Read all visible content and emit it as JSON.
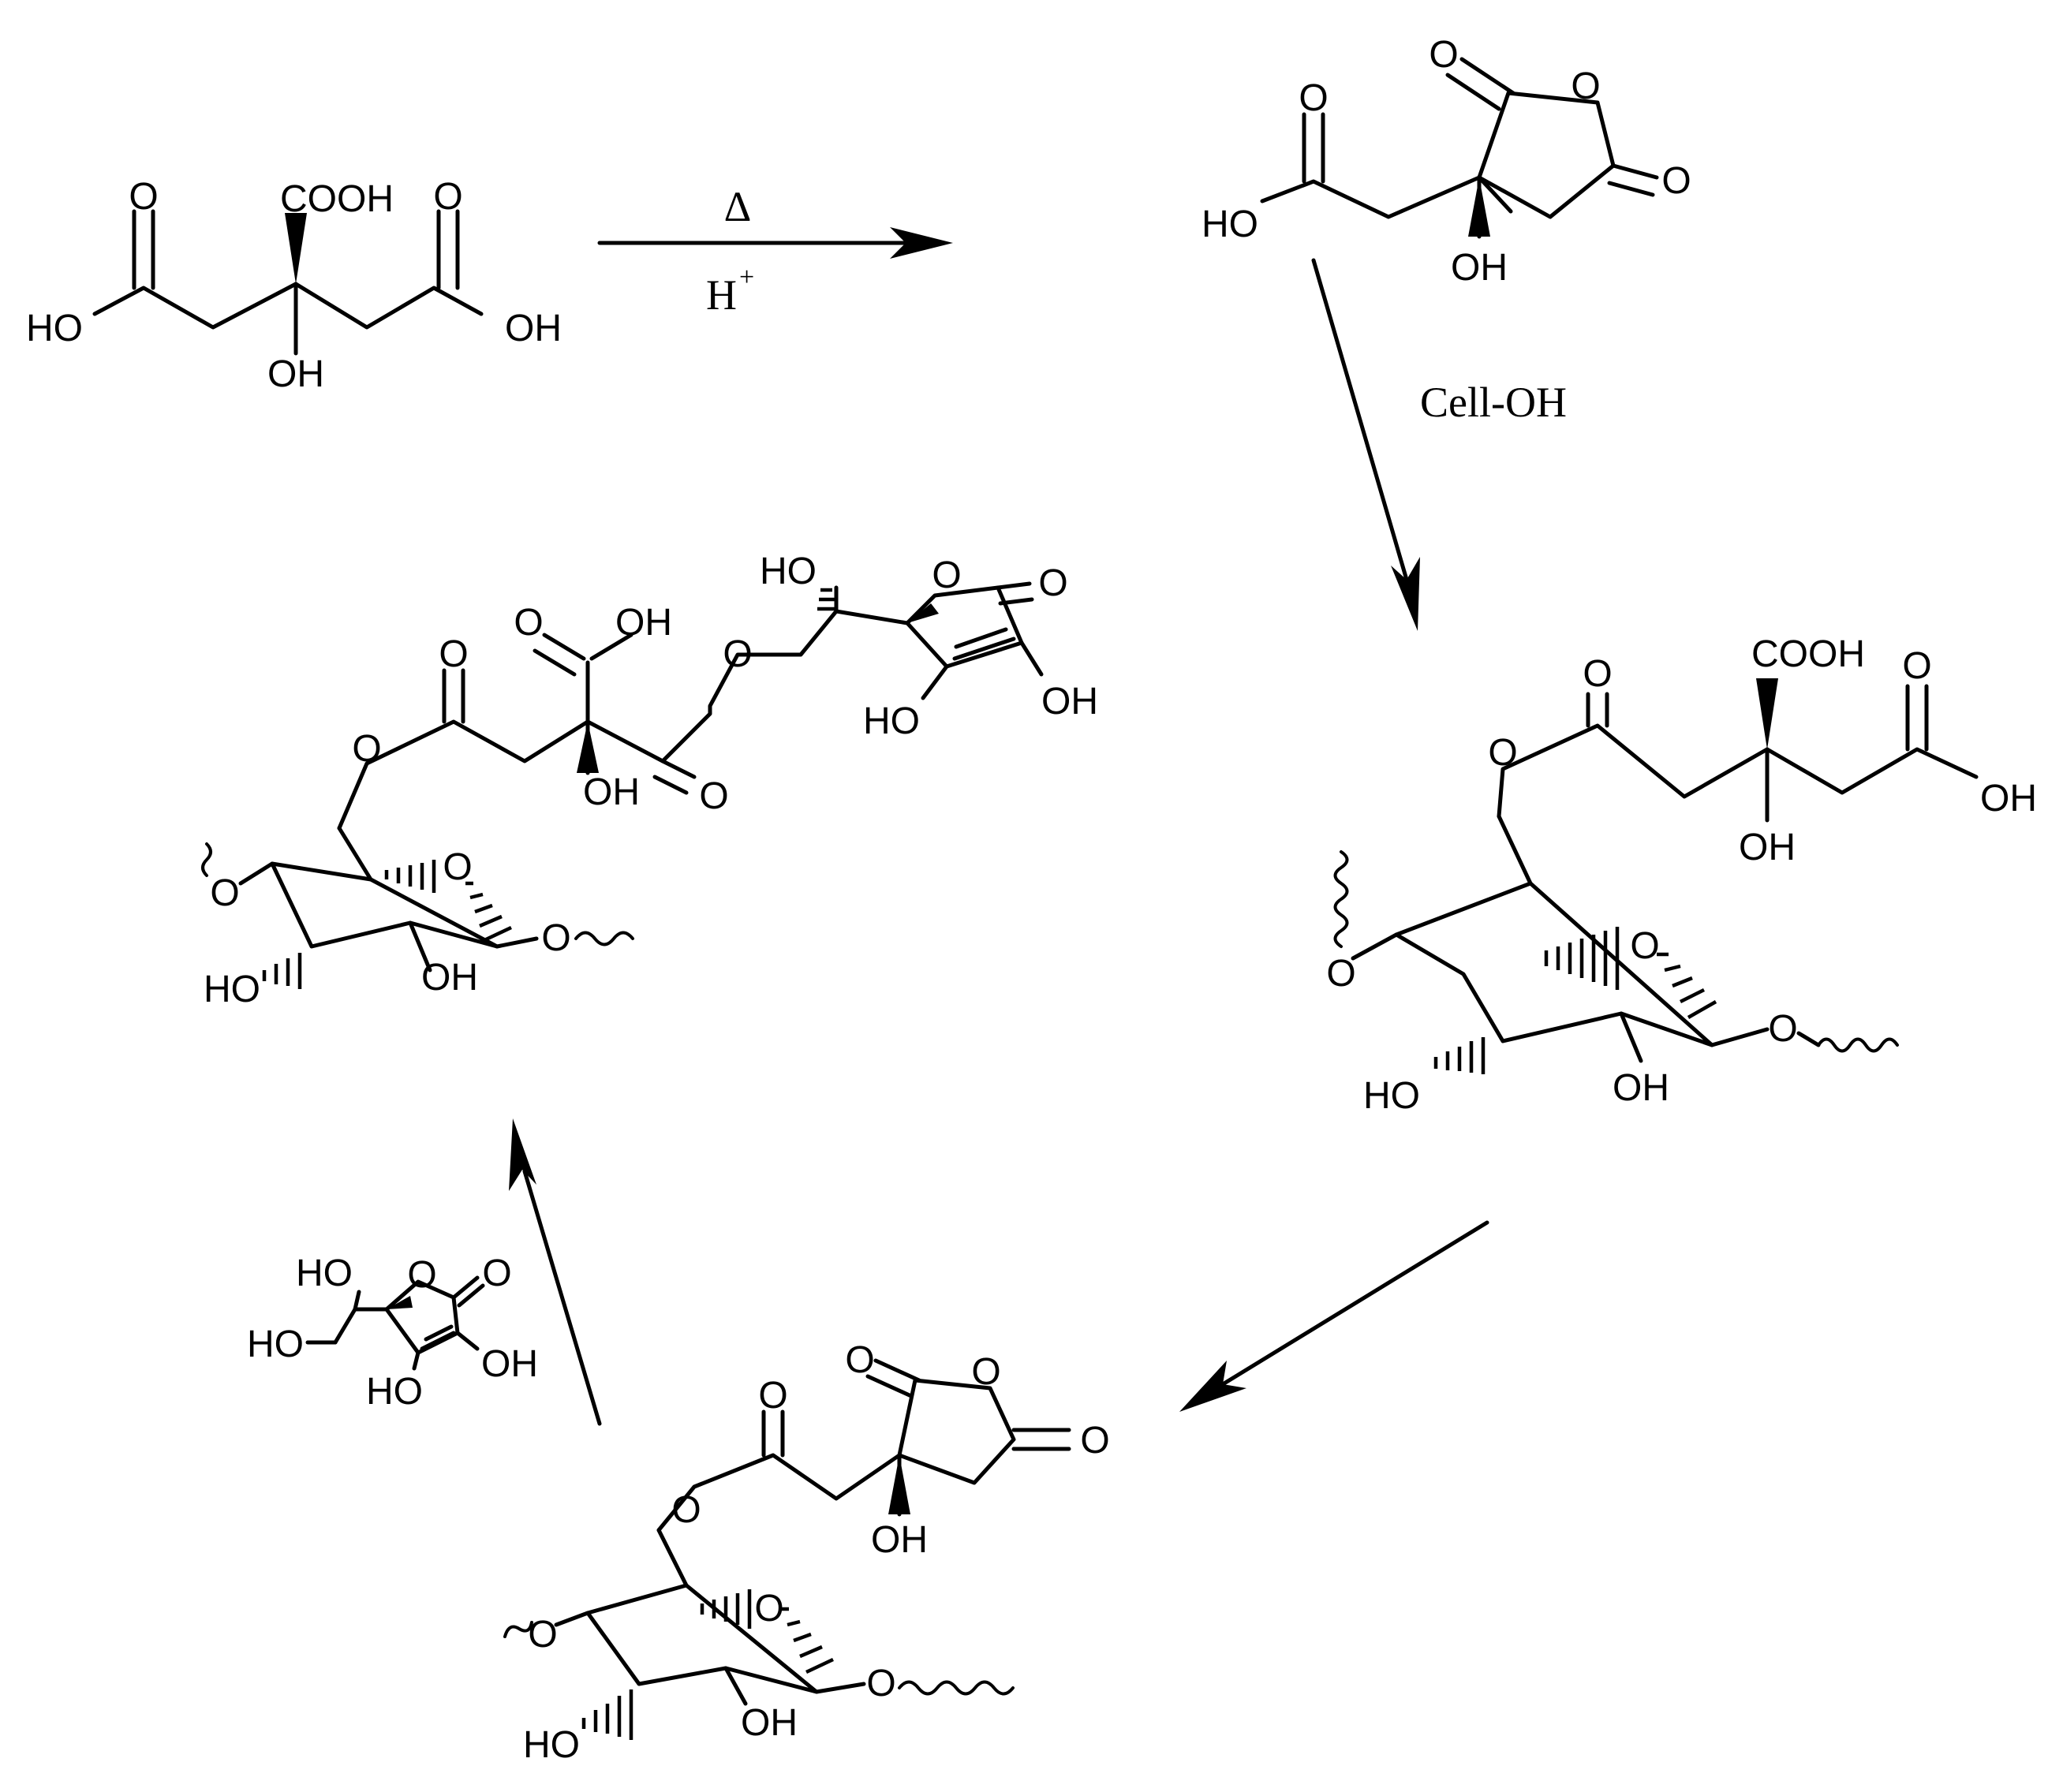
{
  "atoms": {
    "o": "O",
    "oh": "OH",
    "ho": "HO",
    "cooh": "COOH"
  },
  "conditions": {
    "heat": "Δ",
    "acid": "H",
    "acid_sup": "+",
    "cellulose": "Cell-OH"
  }
}
